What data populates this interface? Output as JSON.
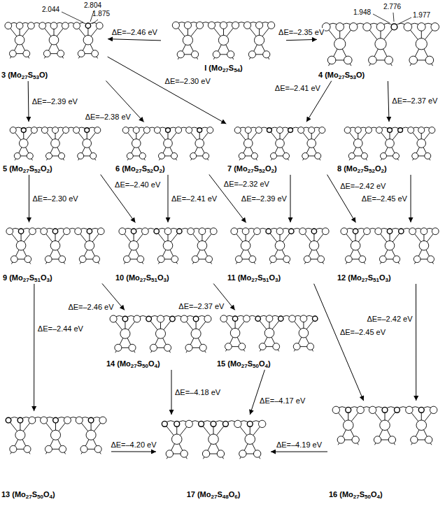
{
  "diagram": {
    "nodes": [
      {
        "text": [
          "3 (Mo27S53O)"
        ]
      },
      {
        "text": [
          "I (Mo27S54)"
        ]
      },
      {
        "text": [
          "4 (Mo27S53O)"
        ]
      },
      {
        "text": [
          "5 (Mo27S52O2)"
        ]
      },
      {
        "text": [
          "6 (Mo27S52O2)"
        ]
      },
      {
        "text": [
          "7 (Mo27S52O2)"
        ]
      },
      {
        "text": [
          "8 (Mo27S52O2)"
        ]
      },
      {
        "text": [
          "9 (Mo27S51O3)"
        ]
      },
      {
        "text": [
          "10 (Mo27S51O3)"
        ]
      },
      {
        "text": [
          "11 (Mo27S51O3)"
        ]
      },
      {
        "text": [
          "12 (Mo27S51O3)"
        ]
      },
      {
        "text": [
          "14 (Mo27S50O4)"
        ]
      },
      {
        "text": [
          "15 (Mo27S50O4)"
        ]
      },
      {
        "text": [
          "13 (Mo27S50O4)"
        ]
      },
      {
        "text": [
          "17 (Mo27S48O6)"
        ]
      },
      {
        "text": [
          "16 (Mo27S50O4)"
        ]
      }
    ],
    "edges": [
      {
        "from": 1,
        "to": 0,
        "arrow": "to",
        "label": "ΔE=–2.46 eV"
      },
      {
        "from": 1,
        "to": 2,
        "arrow": "to",
        "label": "ΔE=–2.35 eV"
      },
      {
        "from": 0,
        "to": 3,
        "arrow": "to",
        "label": "ΔE=–2.39 eV"
      },
      {
        "from": 0,
        "to": 4,
        "arrow": "to",
        "label": "ΔE=–2.38 eV"
      },
      {
        "from": 0,
        "to": 5,
        "arrow": "to",
        "label": "ΔE=–2.30 eV"
      },
      {
        "from": 2,
        "to": 5,
        "arrow": "to",
        "label": "ΔE=–2.41 eV"
      },
      {
        "from": 2,
        "to": 6,
        "arrow": "to",
        "label": "ΔE=–2.37 eV"
      },
      {
        "from": 3,
        "to": 7,
        "arrow": "to",
        "label": "ΔE=–2.30 eV"
      },
      {
        "from": 3,
        "to": 8,
        "arrow": "to",
        "label": "ΔE=–2.40 eV"
      },
      {
        "from": 4,
        "to": 8,
        "arrow": "to",
        "label": "ΔE=–2.41 eV"
      },
      {
        "from": 4,
        "to": 9,
        "arrow": "to",
        "label": "ΔE=–2.32 eV"
      },
      {
        "from": 5,
        "to": 9,
        "arrow": "to",
        "label": "ΔE=–2.39 eV"
      },
      {
        "from": 5,
        "to": 10,
        "arrow": "to",
        "label": "ΔE=–2.42 eV"
      },
      {
        "from": 6,
        "to": 10,
        "arrow": "to",
        "label": "ΔE=–2.45 eV"
      },
      {
        "from": 7,
        "to": 13,
        "arrow": "to",
        "label": "ΔE=–2.44 eV"
      },
      {
        "from": 7,
        "to": 11,
        "arrow": "to",
        "label": "ΔE=–2.46 eV"
      },
      {
        "from": 8,
        "to": 12,
        "arrow": "to",
        "label": "ΔE=–2.37 eV"
      },
      {
        "from": 9,
        "to": 15,
        "arrow": "to",
        "label": "ΔE=–2.45 eV"
      },
      {
        "from": 10,
        "to": 15,
        "arrow": "to",
        "label": "ΔE=–2.42 eV"
      },
      {
        "from": 11,
        "to": 14,
        "arrow": "to",
        "label": "ΔE=–4.18 eV"
      },
      {
        "from": 12,
        "to": 14,
        "arrow": "to",
        "label": "ΔE=–4.17 eV"
      },
      {
        "from": 13,
        "to": 14,
        "arrow": "to",
        "label": "ΔE=–4.20 eV"
      },
      {
        "from": 15,
        "to": 14,
        "arrow": "to",
        "label": "ΔE=–4.19 eV"
      }
    ],
    "labels": [
      "2.044",
      "2.804",
      "1.875",
      "1.948",
      "2.776",
      "1.977"
    ]
  }
}
